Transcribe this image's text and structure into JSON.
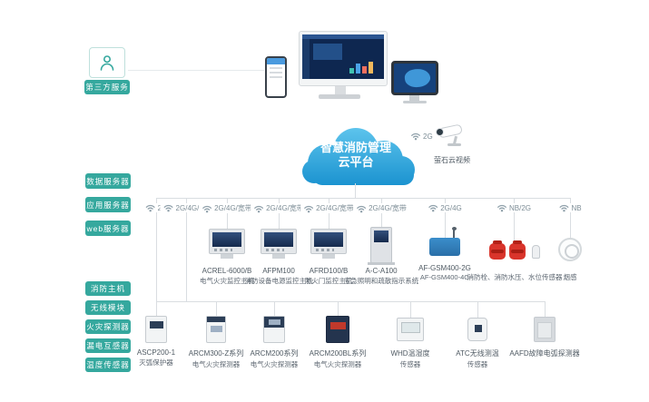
{
  "colors": {
    "accent_teal": "#35a89e",
    "cloud_blue_top": "#5cc3ec",
    "cloud_blue_bottom": "#1b93d0",
    "alarm_red": "#d9342b",
    "device_blue": "#2f7fbe",
    "line_gray": "#d9dde1"
  },
  "icons": [
    "user-icon",
    "wifi-icon",
    "camera-icon",
    "hydrant-sensor-icon",
    "smoke-detector-icon"
  ],
  "third_party": {
    "label": "第三方服务"
  },
  "cloud": {
    "line1": "智慧消防管理",
    "line2": "云平台"
  },
  "camera": {
    "connection": "2G",
    "label": "萤石云视频"
  },
  "servers": [
    {
      "label": "数据服务器"
    },
    {
      "label": "应用服务器"
    },
    {
      "label": "web服务器"
    }
  ],
  "hosts": [
    {
      "label": "消防主机"
    },
    {
      "label": "无线模块"
    },
    {
      "label": "火灾探测器"
    },
    {
      "label": "漏电互感器"
    },
    {
      "label": "温度传感器"
    }
  ],
  "connections": [
    {
      "label": "2G"
    },
    {
      "label": "2G/4G/NB"
    },
    {
      "label": "2G/4G/宽带"
    },
    {
      "label": "2G/4G/宽带"
    },
    {
      "label": "2G/4G/宽带"
    },
    {
      "label": "2G/4G/宽带"
    },
    {
      "label": "2G/4G"
    },
    {
      "label": "NB/2G"
    },
    {
      "label": "NB"
    }
  ],
  "middle_devices": [
    {
      "model": "ACREL-6000/B",
      "name": "电气火灾监控主机"
    },
    {
      "model": "AFPM100",
      "name": "消防设备电源监控主机"
    },
    {
      "model": "AFRD100/B",
      "name": "防火门监控主机"
    },
    {
      "model": "A-C-A100",
      "name": "应急照明和疏散指示系统"
    },
    {
      "model": "AF-GSM400-2G",
      "model2": "AF-GSM400-4G",
      "name": ""
    },
    {
      "model": "",
      "name": "消防栓、消防水压、水位传感器"
    },
    {
      "model": "",
      "name": "烟感"
    }
  ],
  "bottom_devices": [
    {
      "model": "ASCP200-1",
      "name": "灭弧保护器"
    },
    {
      "model": "ARCM300-Z系列",
      "name": "电气火灾探测器"
    },
    {
      "model": "ARCM200系列",
      "name": "电气火灾探测器"
    },
    {
      "model": "ARCM200BL系列",
      "name": "电气火灾探测器"
    },
    {
      "model": "WHD温湿度",
      "name": "传感器"
    },
    {
      "model": "ATC无线测温",
      "name": "传感器"
    },
    {
      "model": "AAFD故障电弧探测器",
      "name": ""
    }
  ]
}
